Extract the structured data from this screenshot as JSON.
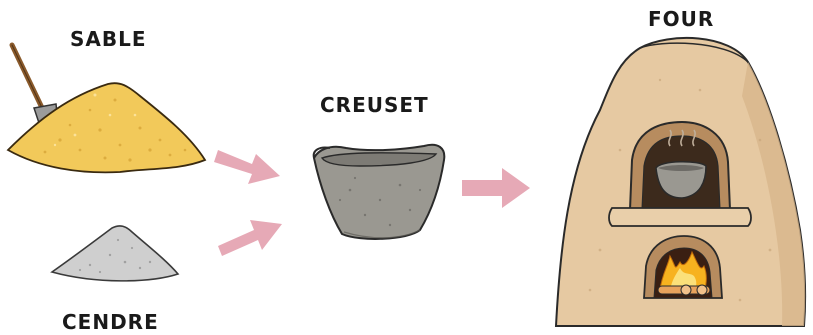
{
  "labels": {
    "sable": "SABLE",
    "cendre": "CENDRE",
    "creuset": "CREUSET",
    "four": "FOUR"
  },
  "icons": {
    "sand": "sand-pile-with-shovel",
    "ash": "ash-pile",
    "crucible": "stone-crucible",
    "furnace": "clay-furnace",
    "arrow": "pink-arrow"
  },
  "colors": {
    "sand": "#f2c95a",
    "ash": "#c9c9c9",
    "crucible": "#9a9891",
    "furnace": "#e6c9a2",
    "arrow": "#e6a9b6",
    "fire": "#f7b21f"
  }
}
